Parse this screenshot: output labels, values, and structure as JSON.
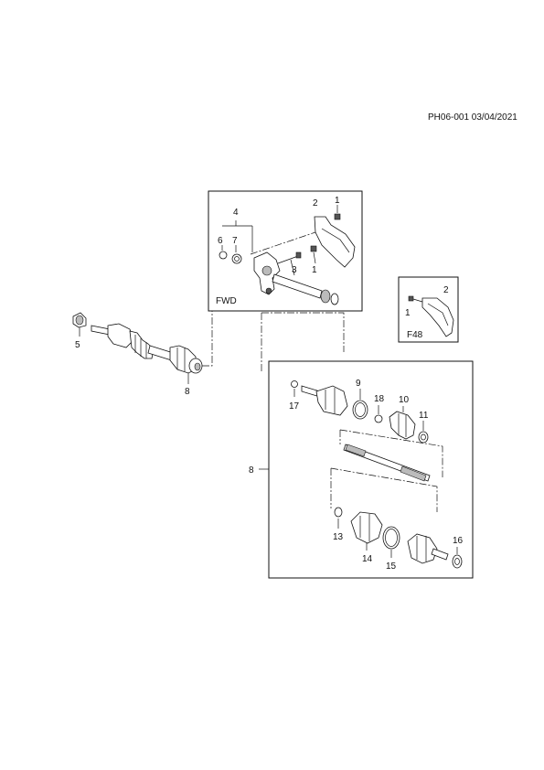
{
  "doc_id": "PH06-001 03/04/2021",
  "insets": {
    "fwd": "FWD",
    "f48": "F48"
  },
  "callouts": {
    "fwd_4": "4",
    "fwd_6": "6",
    "fwd_7": "7",
    "fwd_2": "2",
    "fwd_1a": "1",
    "fwd_3": "3",
    "fwd_1b": "1",
    "f48_2": "2",
    "f48_1": "1",
    "main_5": "5",
    "main_8": "8",
    "exp_8": "8",
    "exp_17": "17",
    "exp_9": "9",
    "exp_18": "18",
    "exp_10": "10",
    "exp_11": "11",
    "exp_13": "13",
    "exp_14": "14",
    "exp_15": "15",
    "exp_16": "16"
  }
}
